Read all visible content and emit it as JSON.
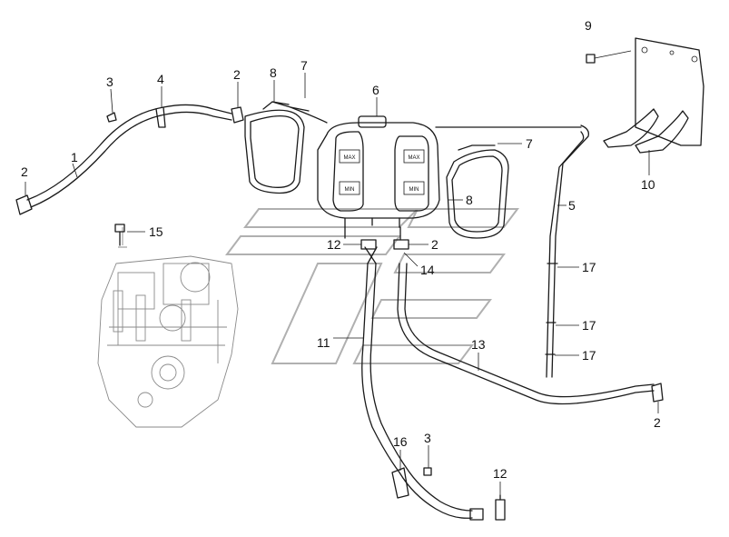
{
  "labels": [
    "1",
    "2",
    "3",
    "4",
    "2",
    "8",
    "7",
    "6",
    "9",
    "7",
    "8",
    "10",
    "5",
    "15",
    "12",
    "2",
    "14",
    "17",
    "17",
    "17",
    "11",
    "13",
    "2",
    "16",
    "3",
    "12"
  ],
  "tank_text": {
    "max_left": "MAX",
    "min_left": "MIN",
    "max_right": "MAX",
    "min_right": "MIN"
  },
  "colors": {
    "line": "#1a1a1a",
    "engine": "#8a8a8a",
    "watermark": "#b0b0b0",
    "background": "#ffffff"
  }
}
